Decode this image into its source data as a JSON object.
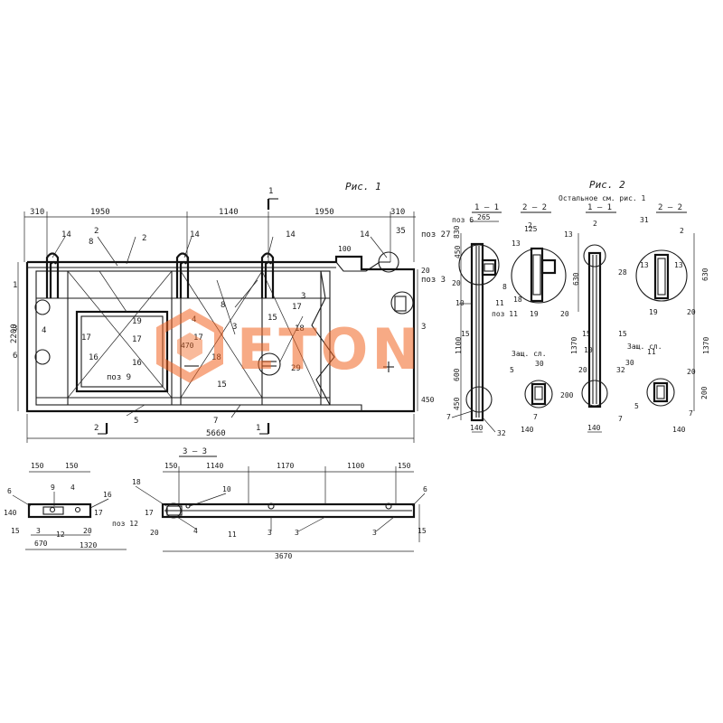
{
  "titles": {
    "fig1": "Рис. 1",
    "fig2": "Рис. 2",
    "fig2_note": "Остальное см. рис. 1"
  },
  "sections": {
    "s11": "1 — 1",
    "s22": "2 — 2",
    "s11b": "1 — 1",
    "s22b": "2 — 2",
    "s33": "3 — 3",
    "cut1_top": "1",
    "cut1_bottom": "1",
    "cut2_bottom": "2"
  },
  "dims_top": [
    "310",
    "1950",
    "1140",
    "1950",
    "310"
  ],
  "dims_main": {
    "overall": "5660",
    "height": "2200",
    "d100": "100",
    "d20": "20",
    "d450": "450",
    "d470": "470"
  },
  "dims_right": [
    "265",
    "450",
    "830",
    "20",
    "1100",
    "600",
    "450",
    "140",
    "125",
    "630",
    "1370",
    "20",
    "200",
    "140",
    "630",
    "20",
    "1370",
    "20",
    "200",
    "140",
    "20",
    "20"
  ],
  "dims_bottom": [
    "150",
    "150",
    "140",
    "15",
    "670",
    "20",
    "1320",
    "150",
    "1140",
    "1170",
    "1100",
    "150",
    "20",
    "3670",
    "15"
  ],
  "labels_main": [
    "14",
    "14",
    "14",
    "14",
    "2",
    "8",
    "2",
    "35",
    "1",
    "3",
    "4",
    "17",
    "19",
    "17",
    "4",
    "16",
    "6",
    "16",
    "17",
    "18",
    "3",
    "15",
    "8",
    "17",
    "18",
    "15",
    "3",
    "29",
    "5",
    "7",
    "3",
    "поз 9",
    "поз 27",
    "поз 3"
  ],
  "labels_sections": [
    "поз 6",
    "8",
    "10",
    "поз 11",
    "11",
    "15",
    "7",
    "32",
    "13",
    "2",
    "18",
    "5",
    "30",
    "7",
    "19",
    "13",
    "2",
    "28",
    "15",
    "10",
    "32",
    "30",
    "7",
    "31",
    "2",
    "13",
    "13",
    "19",
    "11",
    "5",
    "7",
    "Защ. сл.",
    "Защ. сл."
  ],
  "labels_bottom": [
    "6",
    "9",
    "4",
    "16",
    "3",
    "12",
    "17",
    "18",
    "10",
    "6",
    "поз 12",
    "17",
    "4",
    "11",
    "3",
    "3",
    "3"
  ],
  "watermark": "ETON"
}
